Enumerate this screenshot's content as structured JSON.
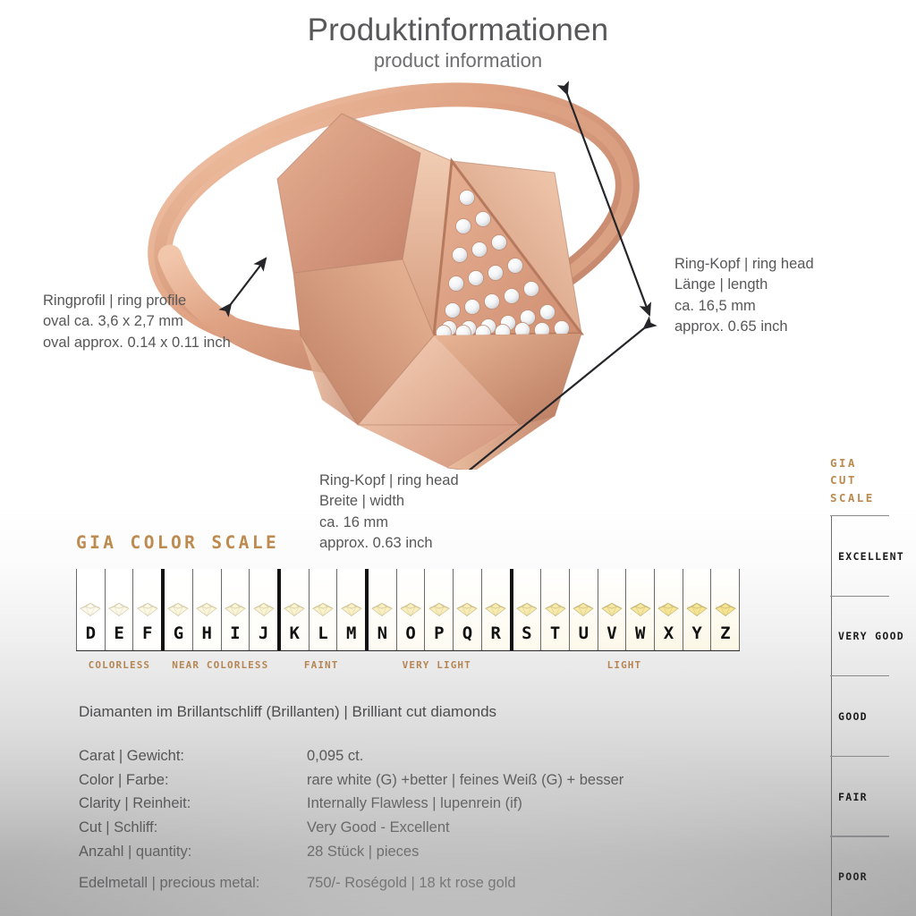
{
  "header": {
    "title_de": "Produktinformationen",
    "title_en": "product information"
  },
  "callouts": {
    "ring_profile": {
      "line1": "Ringprofil | ring profile",
      "line2": "oval ca. 3,6 x 2,7 mm",
      "line3": "oval approx. 0.14 x 0.11 inch"
    },
    "ring_head_length": {
      "line1": "Ring-Kopf | ring head",
      "line2": "Länge | length",
      "line3": "ca. 16,5 mm",
      "line4": "approx. 0.65 inch"
    },
    "ring_head_width": {
      "line1": "Ring-Kopf | ring head",
      "line2": "Breite | width",
      "line3": "ca. 16 mm",
      "line4": "approx. 0.63 inch"
    }
  },
  "product_image": {
    "alt": "faceted geometric rose gold ring with pave diamond triangle facet",
    "metal_color": "#d79e82",
    "highlight_color": "#f0c3a8",
    "shadow_color": "#b97f62"
  },
  "gia_color_scale": {
    "title": "GIA COLOR SCALE",
    "accent_color": "#bd8a4f",
    "grades": [
      "D",
      "E",
      "F",
      "G",
      "H",
      "I",
      "J",
      "K",
      "L",
      "M",
      "N",
      "O",
      "P",
      "Q",
      "R",
      "S",
      "T",
      "U",
      "V",
      "W",
      "X",
      "Y",
      "Z"
    ],
    "group_breaks_before": [
      "G",
      "K",
      "N",
      "S"
    ],
    "categories": [
      {
        "label": "COLORLESS",
        "start": "D",
        "end": "F"
      },
      {
        "label": "NEAR COLORLESS",
        "start": "G",
        "end": "J"
      },
      {
        "label": "FAINT",
        "start": "K",
        "end": "M"
      },
      {
        "label": "VERY LIGHT",
        "start": "N",
        "end": "R"
      },
      {
        "label": "LIGHT",
        "start": "S",
        "end": "Z"
      }
    ]
  },
  "gia_cut_scale": {
    "title_lines": [
      "GIA",
      "CUT",
      "SCALE"
    ],
    "accent_color": "#bd8a4f",
    "grades": [
      "EXCELLENT",
      "VERY GOOD",
      "GOOD",
      "FAIR",
      "POOR"
    ]
  },
  "specs": {
    "headline": "Diamanten im Brillantschliff (Brillanten) | Brilliant cut diamonds",
    "rows": [
      {
        "key": "Carat | Gewicht:",
        "value": "0,095 ct."
      },
      {
        "key": "Color | Farbe:",
        "value": "rare white (G) +better | feines Weiß (G) + besser"
      },
      {
        "key": "Clarity | Reinheit:",
        "value": "Internally Flawless | lupenrein (if)"
      },
      {
        "key": "Cut | Schliff:",
        "value": "Very Good - Excellent"
      },
      {
        "key": "Anzahl | quantity:",
        "value": "28 Stück | pieces"
      }
    ],
    "metal": {
      "key": "Edelmetall | precious metal:",
      "value": "750/- Roségold | 18 kt rose gold"
    }
  }
}
